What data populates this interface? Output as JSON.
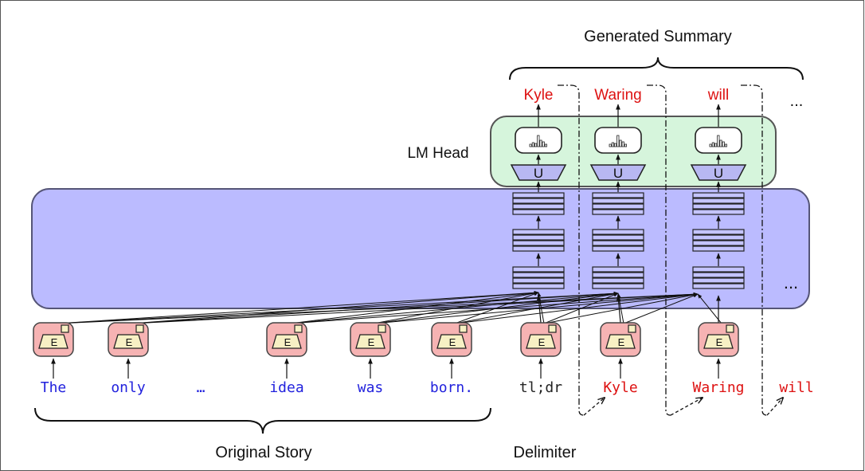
{
  "labels": {
    "generated_summary": "Generated Summary",
    "lm_head": "LM Head",
    "original_story": "Original Story",
    "delimiter": "Delimiter",
    "ellipsis_top": "...",
    "ellipsis_mid": "..."
  },
  "outputs": [
    {
      "label": "Kyle"
    },
    {
      "label": "Waring"
    },
    {
      "label": "will"
    }
  ],
  "unembed_label": "U",
  "embed_label": "E",
  "tokens": [
    {
      "text": "The",
      "kind": "story"
    },
    {
      "text": "only",
      "kind": "story"
    },
    {
      "text": "…",
      "kind": "story"
    },
    {
      "text": "idea",
      "kind": "story"
    },
    {
      "text": "was",
      "kind": "story"
    },
    {
      "text": "born.",
      "kind": "story"
    },
    {
      "text": "tl;dr",
      "kind": "delimiter"
    },
    {
      "text": "Kyle",
      "kind": "generated"
    },
    {
      "text": "Waring",
      "kind": "generated"
    },
    {
      "text": "will",
      "kind": "generated"
    }
  ],
  "colors": {
    "story_token": "#2222dd",
    "delimiter_token": "#222222",
    "generated_token": "#dd1111",
    "transformer_fill": "#bbbbff",
    "lm_head_fill": "#d6f5dc",
    "embed_fill": "#f6b3b3",
    "unembed_fill": "#b8b8f2"
  }
}
